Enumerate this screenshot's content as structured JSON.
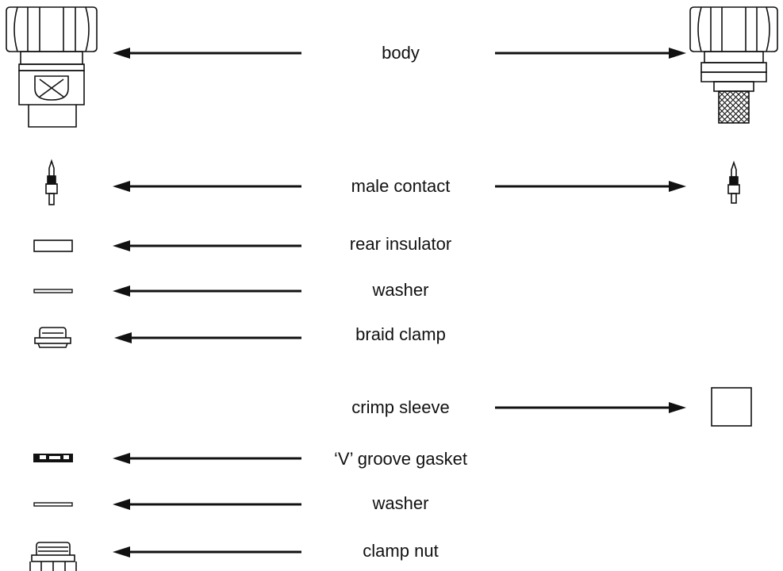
{
  "labels": {
    "body": "body",
    "male_contact": "male contact",
    "rear_insulator": "rear insulator",
    "washer_1": "washer",
    "braid_clamp": "braid clamp",
    "crimp_sleeve": "crimp sleeve",
    "v_groove_gasket": "‘V’ groove gasket",
    "washer_2": "washer",
    "clamp_nut": "clamp nut"
  },
  "colors": {
    "ink": "#111111",
    "paper": "#ffffff"
  },
  "icons": [
    "hex-body-icon",
    "crimp-body-icon",
    "male-contact-icon",
    "rear-insulator-icon",
    "washer-icon",
    "braid-clamp-icon",
    "crimp-sleeve-icon",
    "v-groove-gasket-icon",
    "clamp-nut-icon"
  ]
}
